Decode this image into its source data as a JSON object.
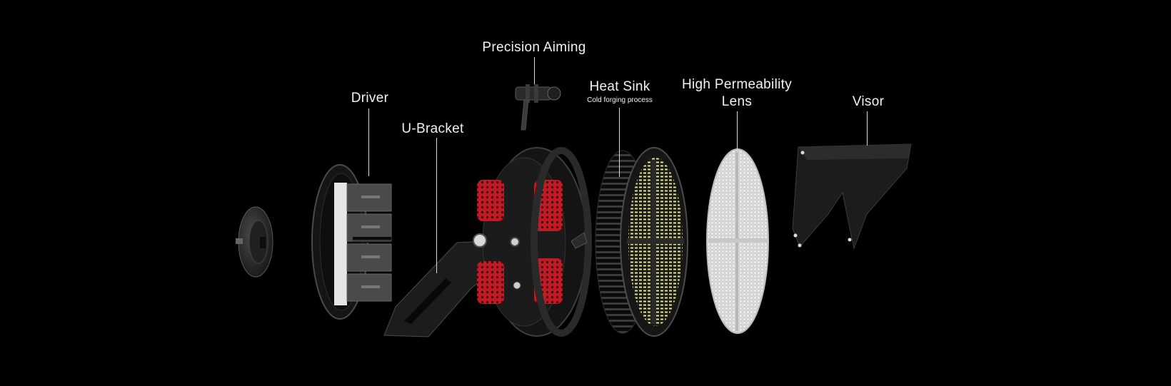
{
  "labels": {
    "driver": "Driver",
    "u_bracket": "U-Bracket",
    "precision_aiming": "Precision Aiming",
    "heat_sink": "Heat Sink",
    "heat_sink_sub": "Cold forging process",
    "lens_line1": "High Permeability",
    "lens_line2": "Lens",
    "visor": "Visor"
  },
  "colors": {
    "background": "#000000",
    "label_text": "#f2f2f2",
    "housing": "#1c1c1c",
    "accent_red": "#c01a24",
    "led_yellow": "#e8e6a0",
    "lens_white": "#e8e8e8"
  }
}
